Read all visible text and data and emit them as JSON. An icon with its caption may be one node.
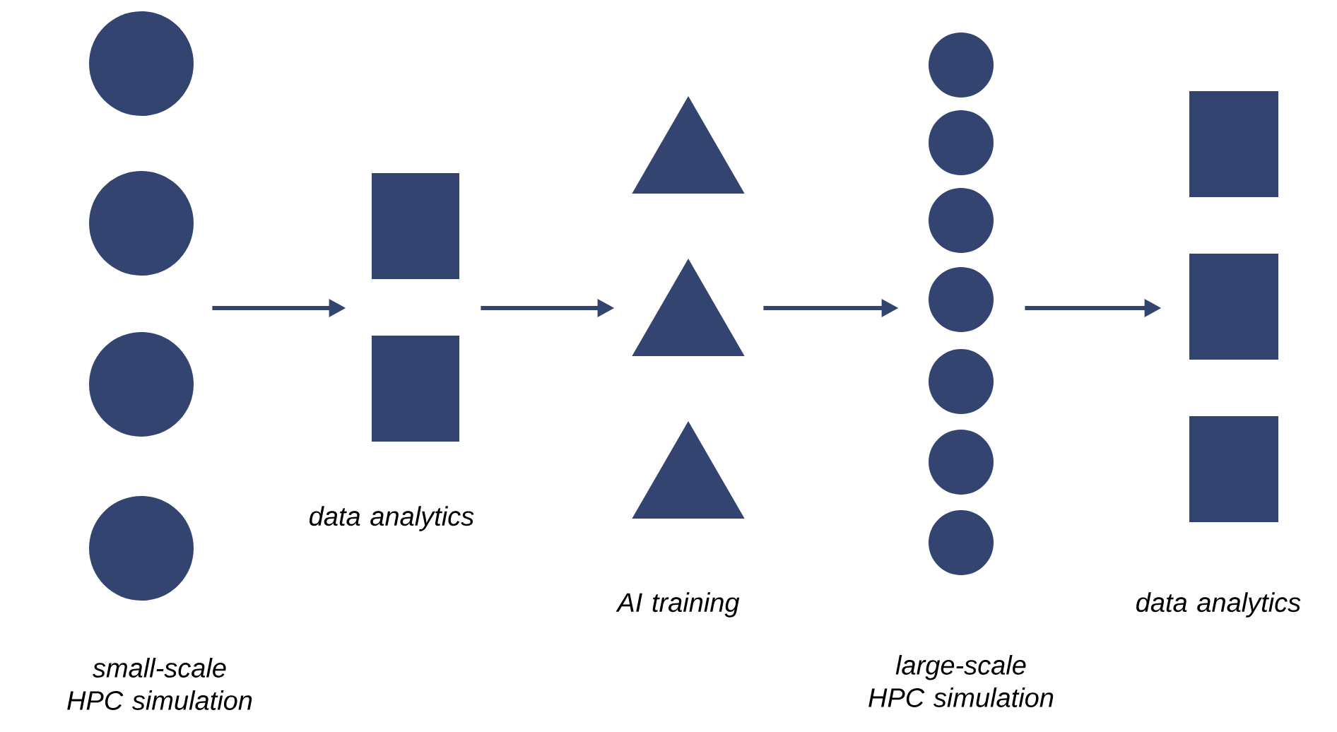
{
  "diagram": {
    "nodes": [
      {
        "text": [
          "small-scale HPC simulation"
        ]
      },
      {
        "text": [],
        "shape": "circle",
        "in": 0
      },
      {
        "text": [],
        "shape": "circle",
        "in": 0
      },
      {
        "text": [],
        "shape": "circle",
        "in": 0
      },
      {
        "text": [],
        "shape": "circle",
        "in": 0
      },
      {
        "text": [
          "data analytics"
        ]
      },
      {
        "text": [],
        "shape": "box",
        "in": 5
      },
      {
        "text": [],
        "shape": "box",
        "in": 5
      },
      {
        "text": [
          "AI training"
        ]
      },
      {
        "text": [],
        "shape": "triangle",
        "in": 8
      },
      {
        "text": [],
        "shape": "triangle",
        "in": 8
      },
      {
        "text": [],
        "shape": "triangle",
        "in": 8
      },
      {
        "text": [
          "large-scale HPC simulation"
        ]
      },
      {
        "text": [],
        "shape": "circle",
        "in": 12
      },
      {
        "text": [],
        "shape": "circle",
        "in": 12
      },
      {
        "text": [],
        "shape": "circle",
        "in": 12
      },
      {
        "text": [],
        "shape": "circle",
        "in": 12
      },
      {
        "text": [],
        "shape": "circle",
        "in": 12
      },
      {
        "text": [],
        "shape": "circle",
        "in": 12
      },
      {
        "text": [],
        "shape": "circle",
        "in": 12
      },
      {
        "text": [
          "data analytics"
        ]
      },
      {
        "text": [],
        "shape": "box",
        "in": 20
      },
      {
        "text": [],
        "shape": "box",
        "in": 20
      },
      {
        "text": [],
        "shape": "box",
        "in": 20
      }
    ],
    "edges": [
      {
        "from": 0,
        "to": 5,
        "arrow": "to"
      },
      {
        "from": 5,
        "to": 8,
        "arrow": "to"
      },
      {
        "from": 8,
        "to": 12,
        "arrow": "to"
      },
      {
        "from": 12,
        "to": 20,
        "arrow": "to"
      }
    ]
  }
}
